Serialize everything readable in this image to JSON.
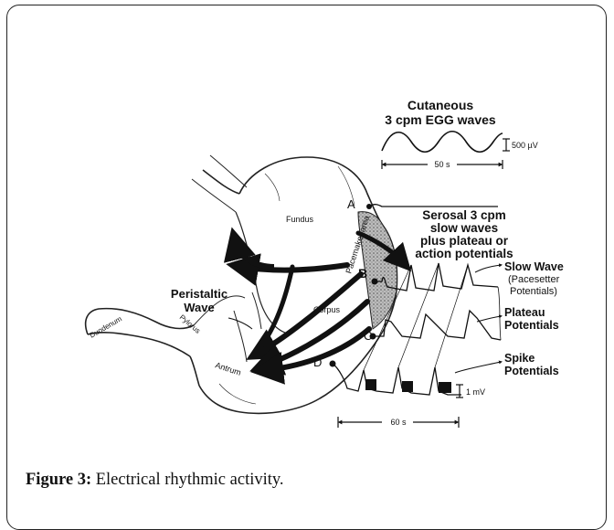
{
  "figure": {
    "caption_label": "Figure 3:",
    "caption_text": "Electrical rhythmic activity."
  },
  "labels": {
    "egg_title_1": "Cutaneous",
    "egg_title_2": "3 cpm EGG waves",
    "egg_scale": "500 µV",
    "egg_time": "50 s",
    "point_a": "A",
    "point_b": "B",
    "point_c": "C",
    "point_d": "D",
    "serosal_1": "Serosal 3 cpm",
    "serosal_2": "slow waves",
    "serosal_3": "plus plateau or",
    "serosal_4": "action potentials",
    "fundus": "Fundus",
    "corpus": "Corpus",
    "antrum": "Antrum",
    "pylorus": "Pylorus",
    "duodenum": "Duodenum",
    "pacemaker": "Pacemaker area",
    "peristaltic_1": "Peristaltic",
    "peristaltic_2": "Wave",
    "slow_wave_1": "Slow Wave",
    "slow_wave_2": "(Pacesetter",
    "slow_wave_3": "Potentials)",
    "plateau_1": "Plateau",
    "plateau_2": "Potentials",
    "spike_1": "Spike",
    "spike_2": "Potentials",
    "spike_scale": "1 mV",
    "trace_time": "60 s"
  }
}
